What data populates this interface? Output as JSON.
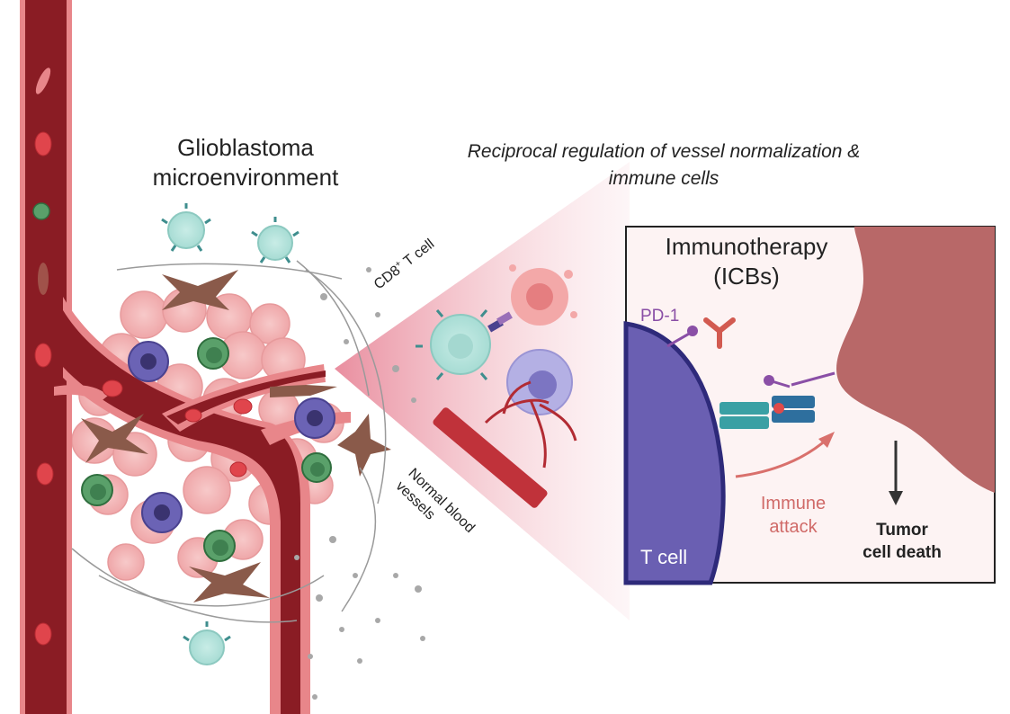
{
  "labels": {
    "title_line1": "Glioblastoma",
    "title_line2": "microenvironment",
    "subtitle_line1": "Reciprocal regulation of vessel normalization &",
    "subtitle_line2": "immune cells",
    "cd8_main": "CD8",
    "cd8_sup": "+",
    "cd8_rest": " T cell",
    "vessels_line1": "Normal blood",
    "vessels_line2": "vessels",
    "box_title_line1": "Immunotherapy",
    "box_title_line2": "(ICBs)",
    "pd1": "PD-1",
    "attack_line1": "Immune",
    "attack_line2": "attack",
    "death_line1": "Tumor",
    "death_line2": "cell death",
    "tcell": "T cell"
  },
  "colors": {
    "vessel_dark": "#8a1c24",
    "vessel_wall": "#e8868a",
    "tumor_cell": "#f3b8b8",
    "macrophage": "#6b63b5",
    "green_cell": "#5aa06a",
    "fibroblast": "#8a5a4a",
    "tcell_purple": "#7a6bc0",
    "tumor_mass": "#b86868",
    "attack_arrow": "#d9706c",
    "pd1_color": "#8a4fa6"
  }
}
